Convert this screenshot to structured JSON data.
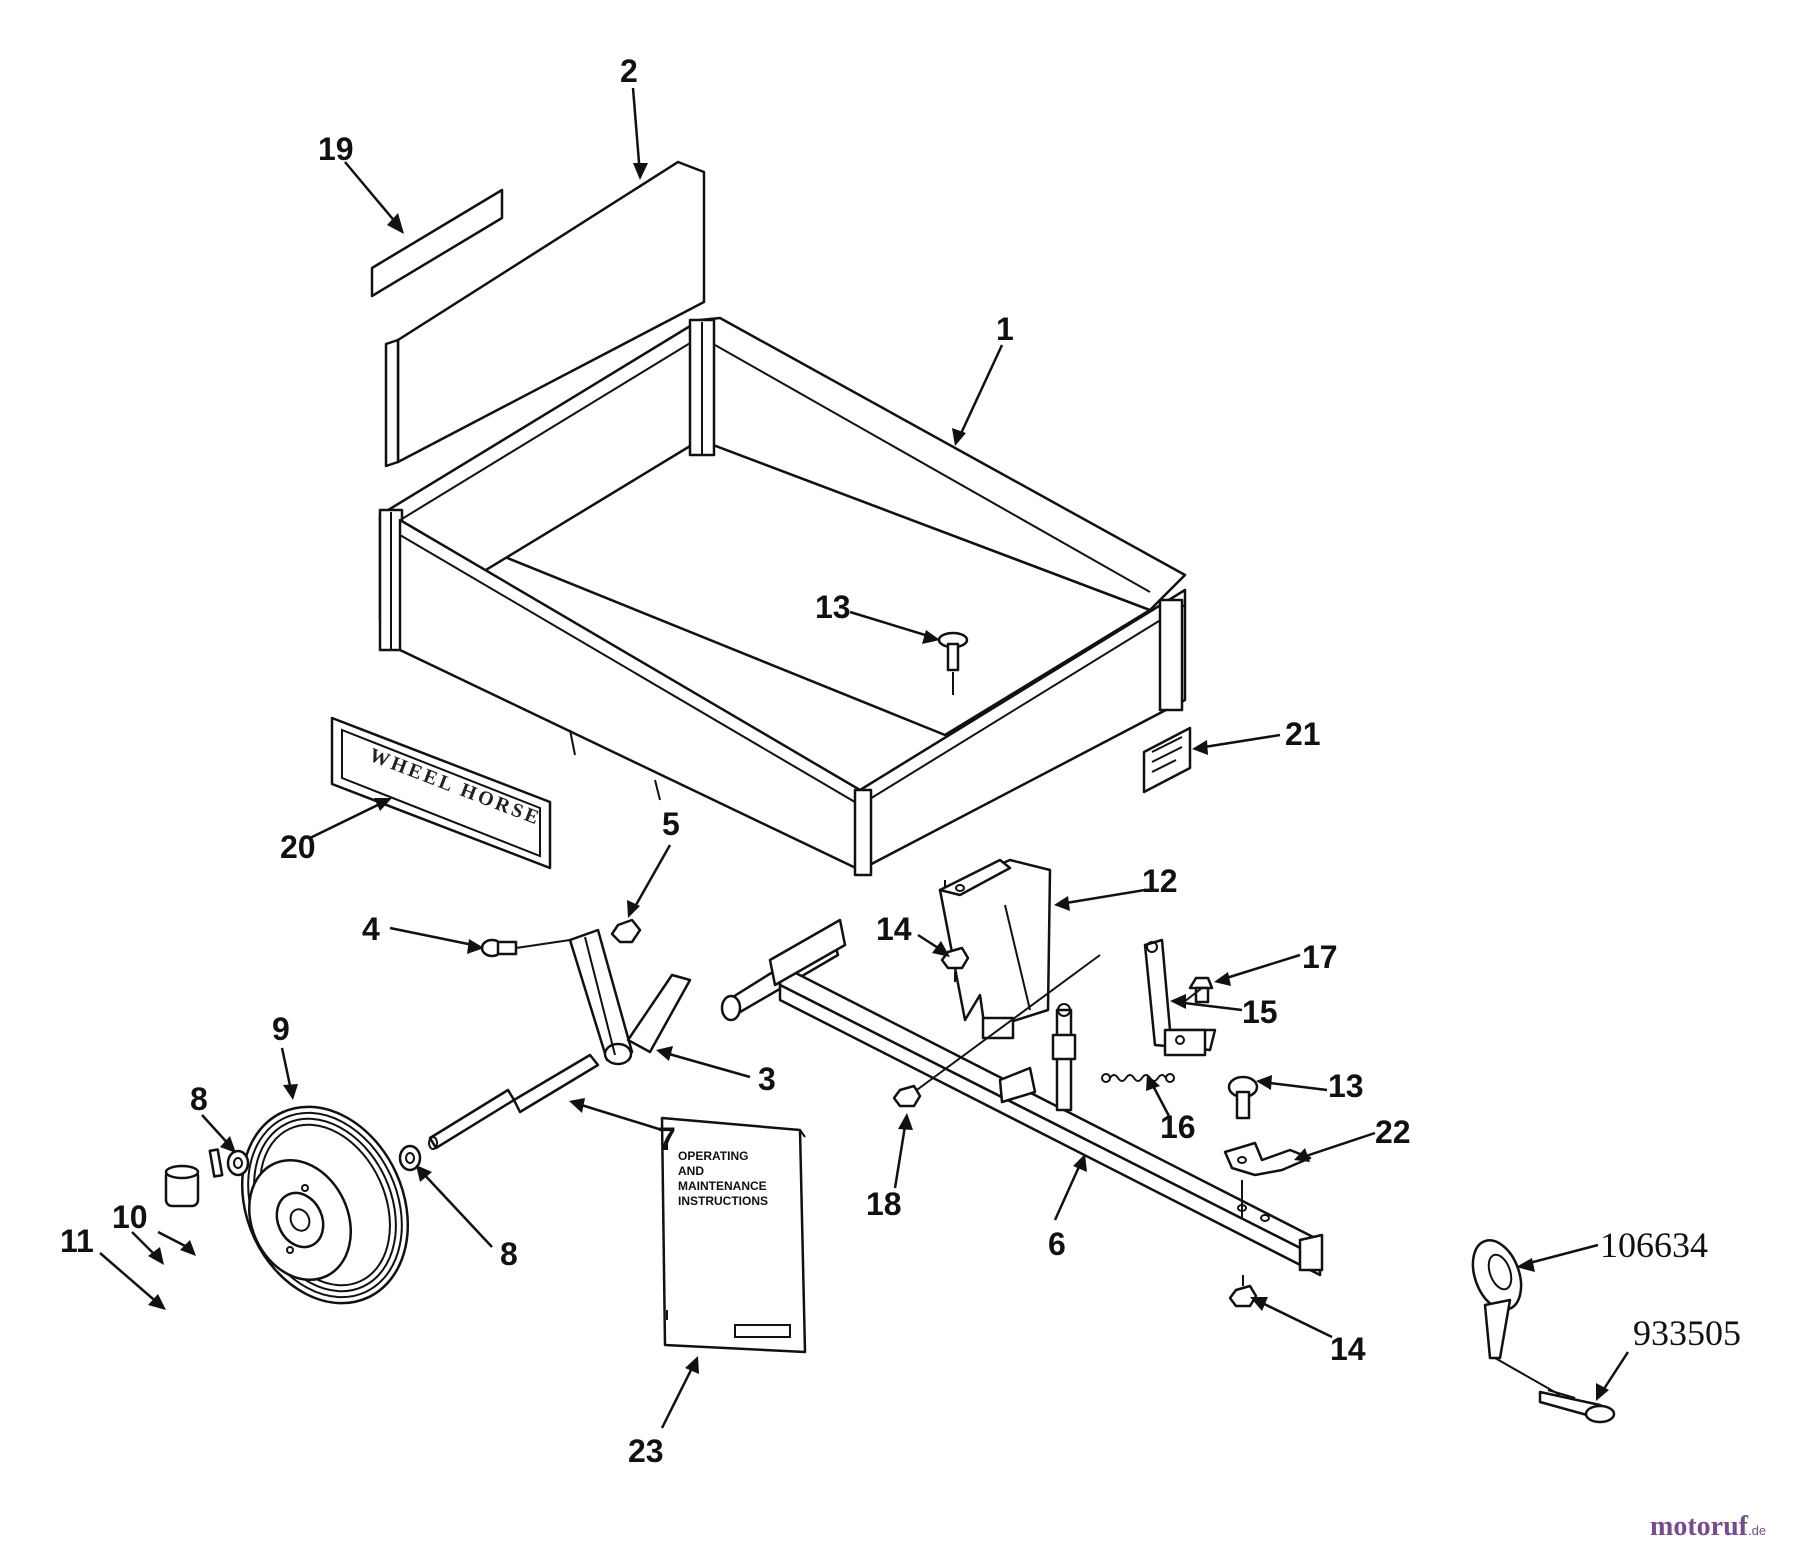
{
  "callouts": [
    {
      "id": "1",
      "text": "1"
    },
    {
      "id": "2",
      "text": "2"
    },
    {
      "id": "3",
      "text": "3"
    },
    {
      "id": "4",
      "text": "4"
    },
    {
      "id": "5",
      "text": "5"
    },
    {
      "id": "6",
      "text": "6"
    },
    {
      "id": "7",
      "text": "7"
    },
    {
      "id": "8a",
      "text": "8"
    },
    {
      "id": "8b",
      "text": "8"
    },
    {
      "id": "9",
      "text": "9"
    },
    {
      "id": "10",
      "text": "10"
    },
    {
      "id": "11",
      "text": "11"
    },
    {
      "id": "12",
      "text": "12"
    },
    {
      "id": "13a",
      "text": "13"
    },
    {
      "id": "13b",
      "text": "13"
    },
    {
      "id": "14a",
      "text": "14"
    },
    {
      "id": "14b",
      "text": "14"
    },
    {
      "id": "15",
      "text": "15"
    },
    {
      "id": "16",
      "text": "16"
    },
    {
      "id": "17",
      "text": "17"
    },
    {
      "id": "18",
      "text": "18"
    },
    {
      "id": "19",
      "text": "19"
    },
    {
      "id": "20",
      "text": "20"
    },
    {
      "id": "21",
      "text": "21"
    },
    {
      "id": "22",
      "text": "22"
    },
    {
      "id": "23",
      "text": "23"
    }
  ],
  "part_numbers": [
    {
      "id": "hitch_pin",
      "text": "106634"
    },
    {
      "id": "hairpin_clip",
      "text": "933505"
    }
  ],
  "manual": {
    "line1": "OPERATING",
    "line2": "AND",
    "line3": "MAINTENANCE",
    "line4": "INSTRUCTIONS"
  },
  "nameplate": {
    "text": "WHEEL HORSE"
  },
  "watermark": {
    "brand_main": "motoruf",
    "brand_suffix": ".de"
  }
}
